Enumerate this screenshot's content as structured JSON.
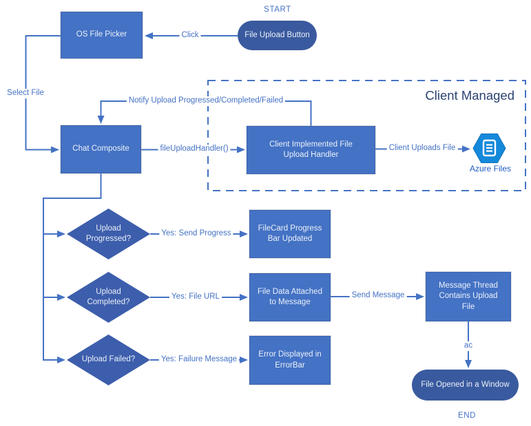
{
  "labels": {
    "start": "START",
    "end": "END",
    "container_title": "Client Managed"
  },
  "nodes": {
    "os_file_picker": "OS File Picker",
    "file_upload_button": "File Upload Button",
    "chat_composite": "Chat Composite",
    "client_handler": "Client Implemented File Upload Handler",
    "azure_files": "Azure Files",
    "upload_progressed": "Upload Progressed?",
    "upload_completed": "Upload Completed?",
    "upload_failed": "Upload Failed?",
    "filecard_progress": "FileCard Progress Bar Updated",
    "file_data_attached": "File Data Attached to Message",
    "error_displayed": "Error Displayed in ErrorBar",
    "message_thread": "Message Thread Contains Upload File",
    "file_opened": "File Opened in a Window"
  },
  "connectors": {
    "click": "Click",
    "select_file": "Select File",
    "notify": "Notify Upload Progressed/Completed/Failed",
    "file_upload_handler": "fileUploadHandler()",
    "client_uploads_file": "Client Uploads File",
    "yes_send_progress": "Yes: Send Progress",
    "yes_file_url": "Yes: File URL",
    "yes_failure_message": "Yes: Failure Message",
    "send_message": "Send Message",
    "ac": "ac"
  },
  "colors": {
    "rect_fill": "#4472C4",
    "pill_fill": "#3A5A9F",
    "diamond_fill": "#3D5EAC",
    "connector_line": "#4472C4",
    "connector_label_text": "#4472C4",
    "container_title_text": "#2B4473",
    "azure_hexagon": "#1489DB",
    "azure_label_text": "#1F5BC4"
  }
}
